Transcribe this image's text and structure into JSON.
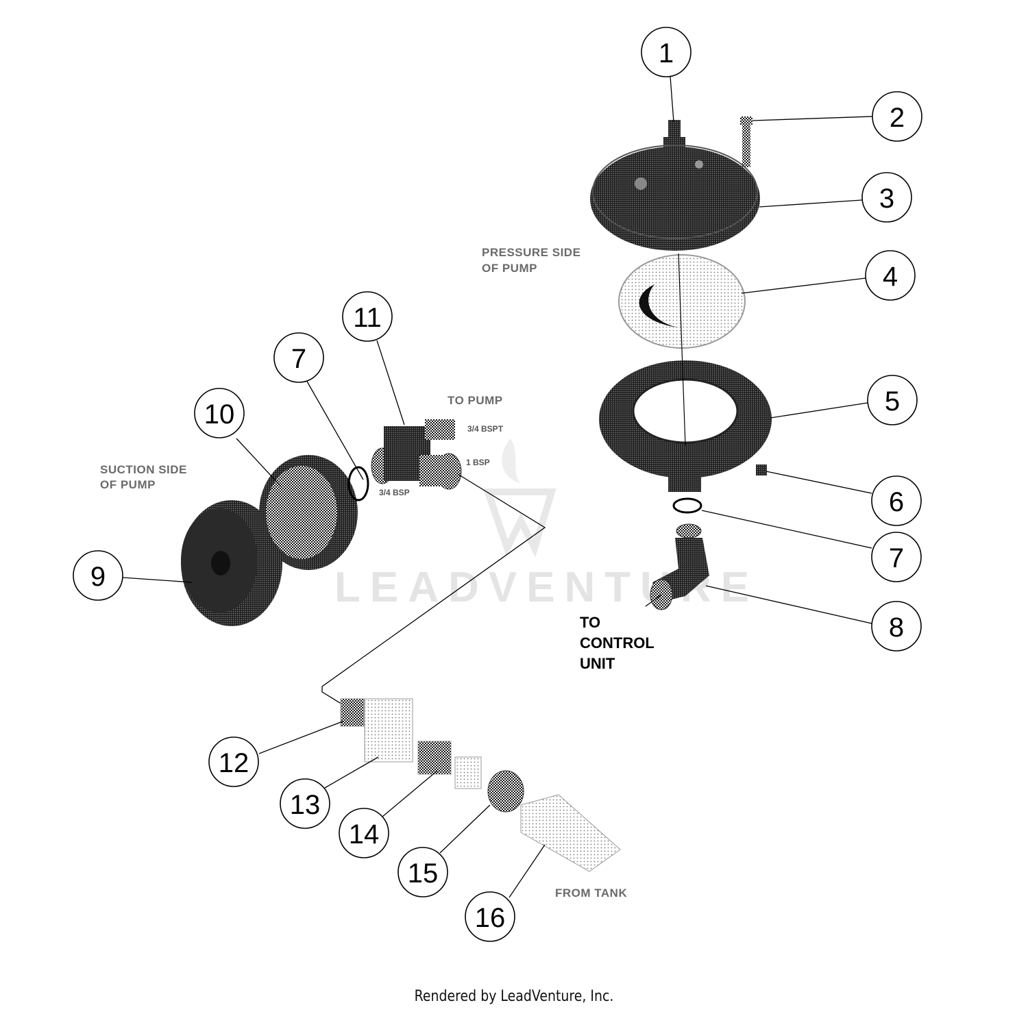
{
  "diagram": {
    "callouts": [
      "1",
      "2",
      "3",
      "4",
      "5",
      "6",
      "7",
      "7",
      "8",
      "9",
      "10",
      "11",
      "12",
      "13",
      "14",
      "15",
      "16"
    ],
    "labels": {
      "pressure_side": [
        "PRESSURE SIDE",
        "OF PUMP"
      ],
      "suction_side": [
        "SUCTION SIDE",
        "OF PUMP"
      ],
      "to_pump": "TO PUMP",
      "to_control_unit": [
        "TO",
        "CONTROL",
        "UNIT"
      ],
      "from_tank": "FROM TANK",
      "fitting_3_4_bspt": "3/4 BSPT",
      "fitting_1_bsp": "1 BSP",
      "fitting_3_4_bsp": "3/4 BSP"
    },
    "watermark": "LEADVENTURE"
  },
  "footer": {
    "text": "Rendered by LeadVenture, Inc."
  },
  "colors": {
    "ink": "#000000",
    "part_fill": "#3a3a3a",
    "watermark": "#e4e4e4",
    "background": "#ffffff"
  }
}
